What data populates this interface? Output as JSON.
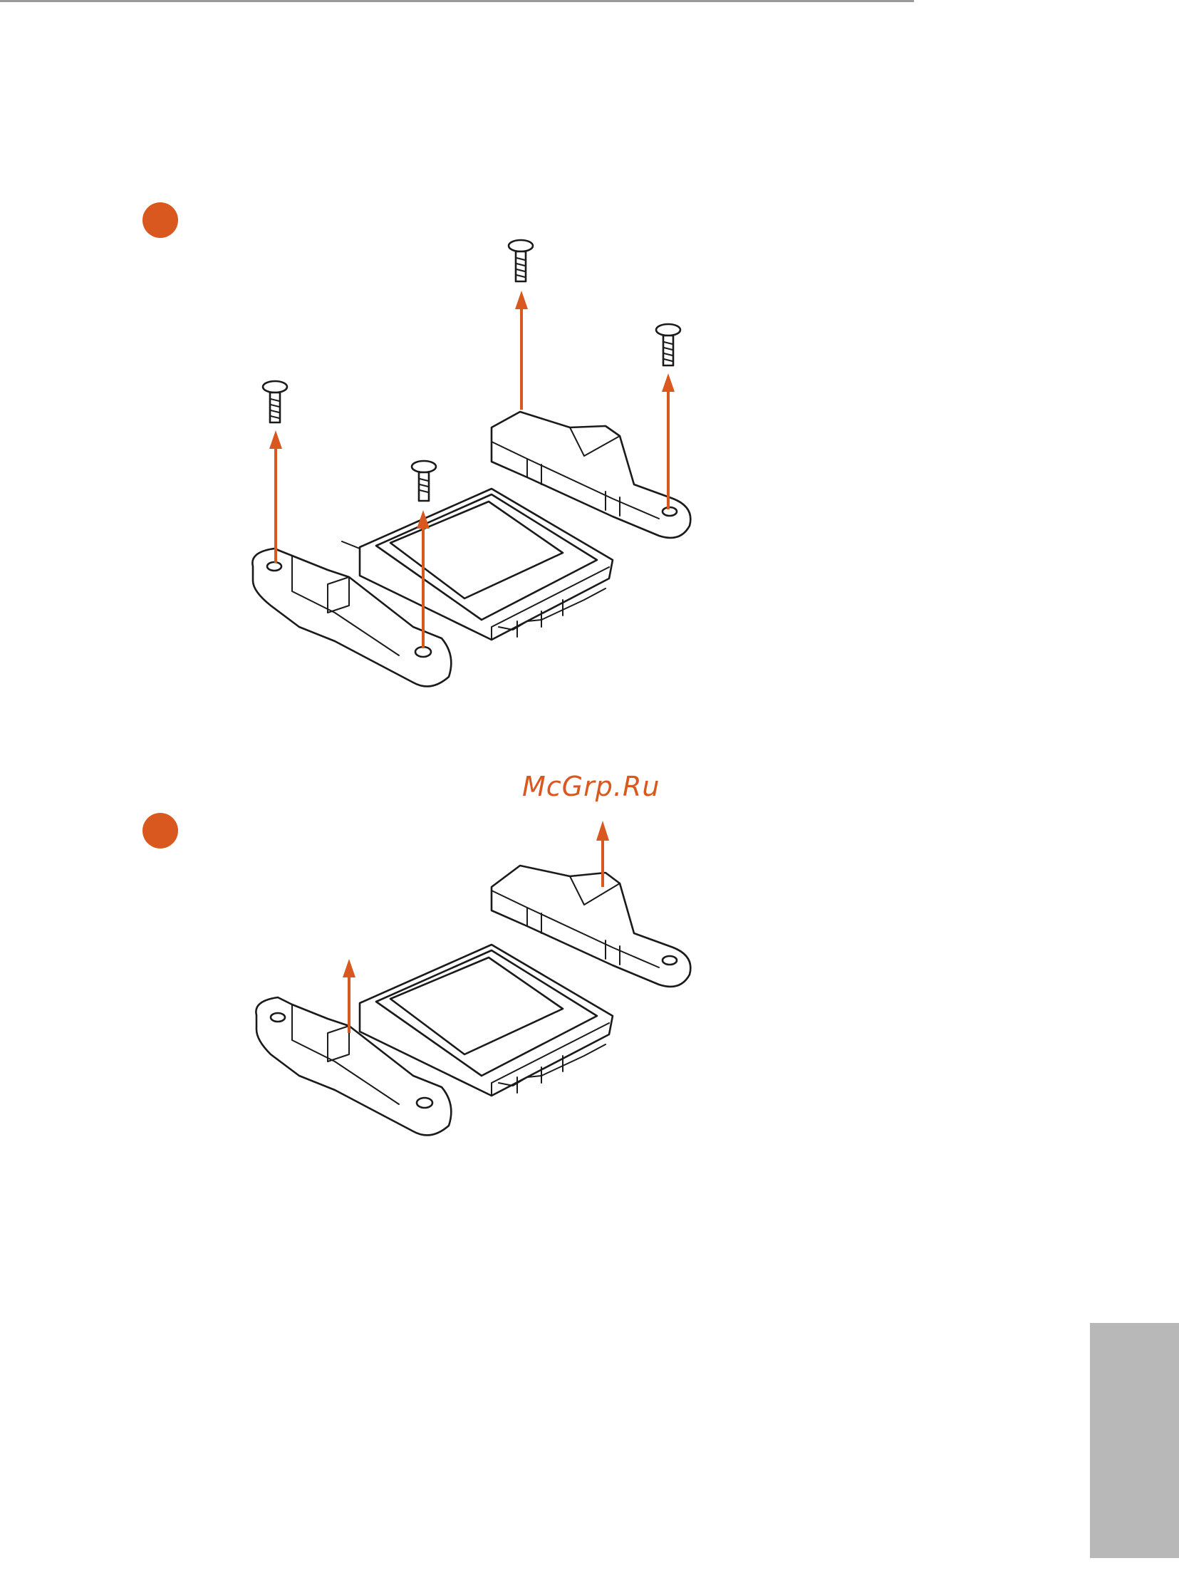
{
  "page": {
    "watermark_text": "McGrp.Ru"
  },
  "colors": {
    "accent": "#d9581f",
    "rule": "#9a9a9a",
    "side_tab": "#b8b8b8",
    "line": "#1a1a1a"
  },
  "steps": [
    {
      "id": "step-1",
      "arrows": 4,
      "screws": 4
    },
    {
      "id": "step-2",
      "arrows": 2,
      "screws": 0
    }
  ]
}
